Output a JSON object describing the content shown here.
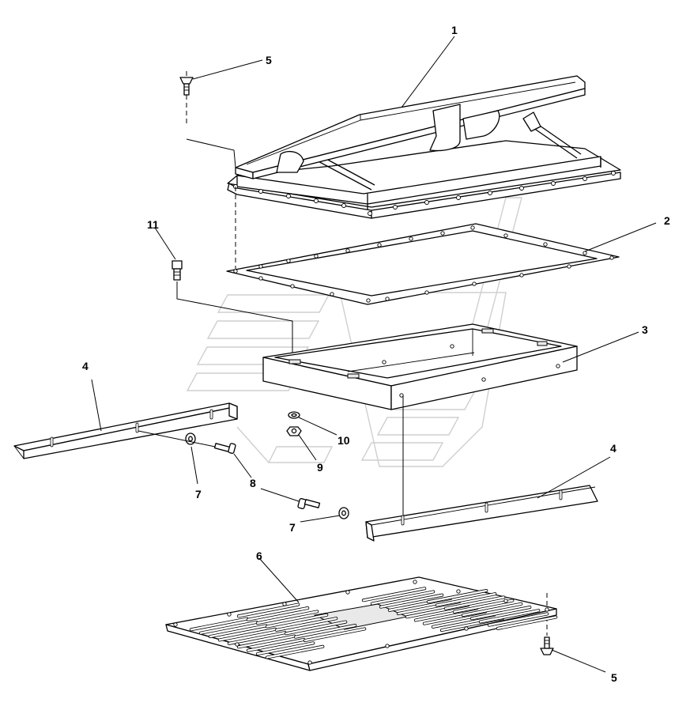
{
  "diagram": {
    "callouts": [
      {
        "id": "c1",
        "label": "1"
      },
      {
        "id": "c2",
        "label": "2"
      },
      {
        "id": "c3",
        "label": "3"
      },
      {
        "id": "c4a",
        "label": "4"
      },
      {
        "id": "c4b",
        "label": "4"
      },
      {
        "id": "c5a",
        "label": "5"
      },
      {
        "id": "c5b",
        "label": "5"
      },
      {
        "id": "c6",
        "label": "6"
      },
      {
        "id": "c7a",
        "label": "7"
      },
      {
        "id": "c7b",
        "label": "7"
      },
      {
        "id": "c8",
        "label": "8"
      },
      {
        "id": "c9",
        "label": "9"
      },
      {
        "id": "c10",
        "label": "10"
      },
      {
        "id": "c11",
        "label": "11"
      }
    ]
  }
}
